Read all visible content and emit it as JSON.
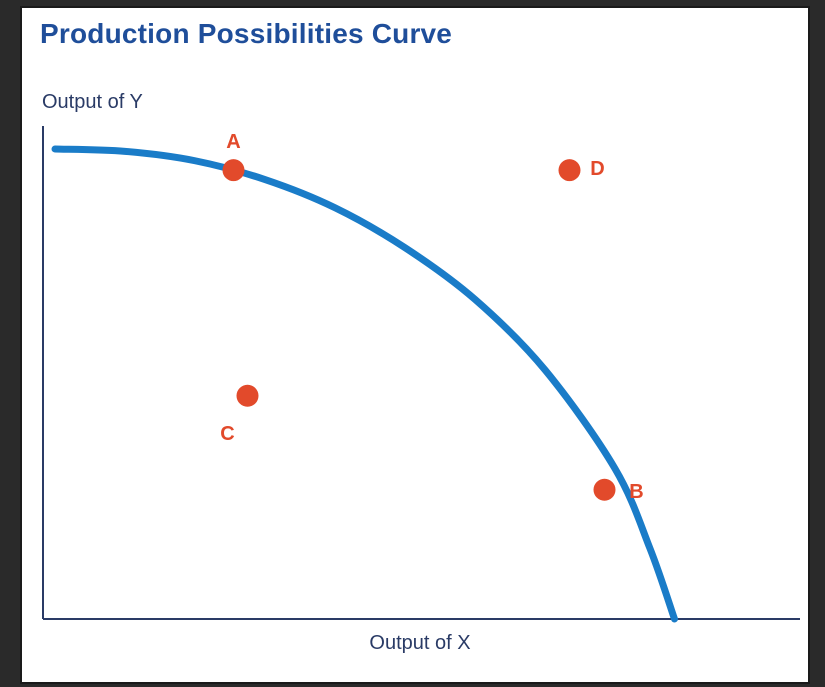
{
  "chart_data": {
    "type": "line",
    "title": "Production Possibilities Curve",
    "xlabel": "Output of X",
    "ylabel": "Output of Y",
    "xlim": [
      0,
      100
    ],
    "ylim": [
      0,
      100
    ],
    "grid": false,
    "series": [
      {
        "x": [
          0,
          10,
          20,
          30,
          40,
          50,
          60,
          70,
          80,
          85,
          88.5
        ],
        "y": [
          100,
          99.5,
          97.5,
          93.5,
          87.5,
          79,
          68,
          53,
          32,
          15,
          0
        ]
      }
    ],
    "points": [
      {
        "label": "A",
        "x": 25.5,
        "y": 95.5
      },
      {
        "label": "B",
        "x": 78.5,
        "y": 27.5
      },
      {
        "label": "C",
        "x": 27.5,
        "y": 47.5
      },
      {
        "label": "D",
        "x": 73.5,
        "y": 95.5
      }
    ]
  },
  "colors": {
    "curve": "#1a7cc8",
    "points": "#e24a2b",
    "title": "#1f4e9a",
    "axis": "#2a3b66"
  }
}
